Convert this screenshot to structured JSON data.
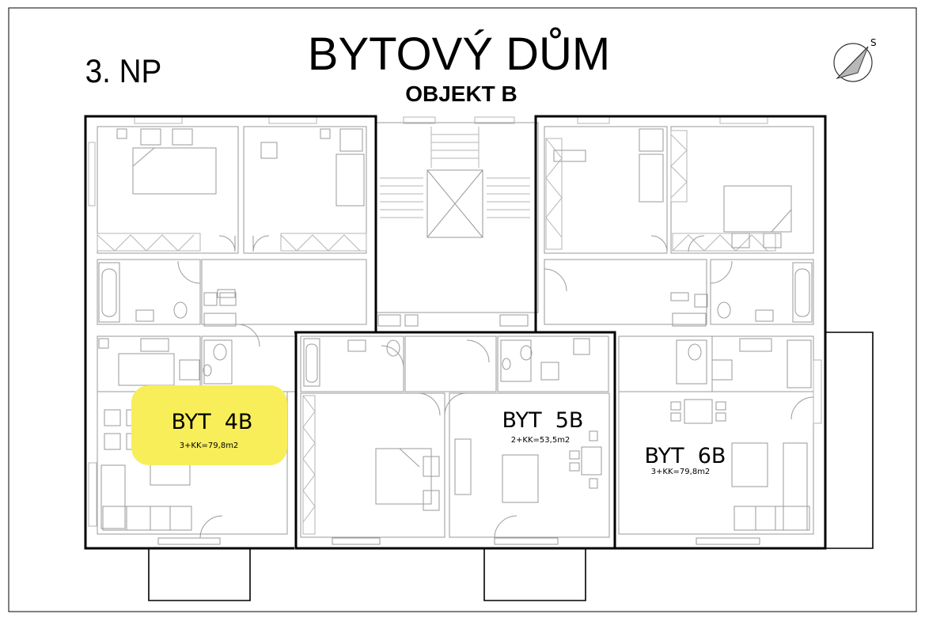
{
  "floor_label": "3. NP",
  "title": "BYTOVÝ DŮM",
  "subtitle": "OBJEKT B",
  "compass_label": "S",
  "apartments": [
    {
      "name": "BYT  4B",
      "area": "3+KK=79,8m2",
      "highlighted": true
    },
    {
      "name": "BYT  5B",
      "area": "2+KK=53,5m2",
      "highlighted": false
    },
    {
      "name": "BYT  6B",
      "area": "3+KK=79,8m2",
      "highlighted": false
    }
  ],
  "highlight_color": "#f7ee5a",
  "highlight_text_color": "#6b6500"
}
